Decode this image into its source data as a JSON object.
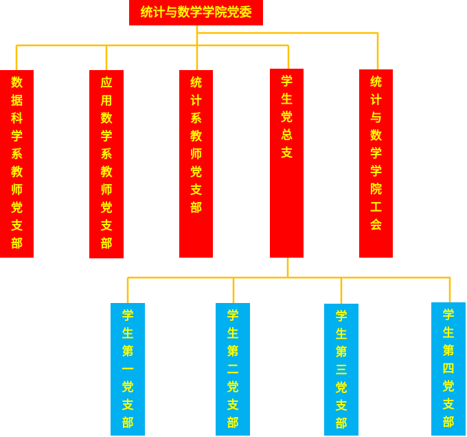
{
  "colors": {
    "party_committee": "#ff0000",
    "student_branch": "#00b0f0",
    "connector": "#ffc000",
    "text": "#ffff00"
  },
  "root": {
    "label": "统计与数学学院党委"
  },
  "level1": [
    {
      "label": "数据科学系教师党支部"
    },
    {
      "label": "应用数学系教师党支部"
    },
    {
      "label": "统计系教师党支部"
    },
    {
      "label": "学生党总支"
    },
    {
      "label": "统计与数学学院工会"
    }
  ],
  "level2": [
    {
      "label": "学生第一党支部"
    },
    {
      "label": "学生第二党支部"
    },
    {
      "label": "学生第三党支部"
    },
    {
      "label": "学生第四党支部"
    }
  ]
}
